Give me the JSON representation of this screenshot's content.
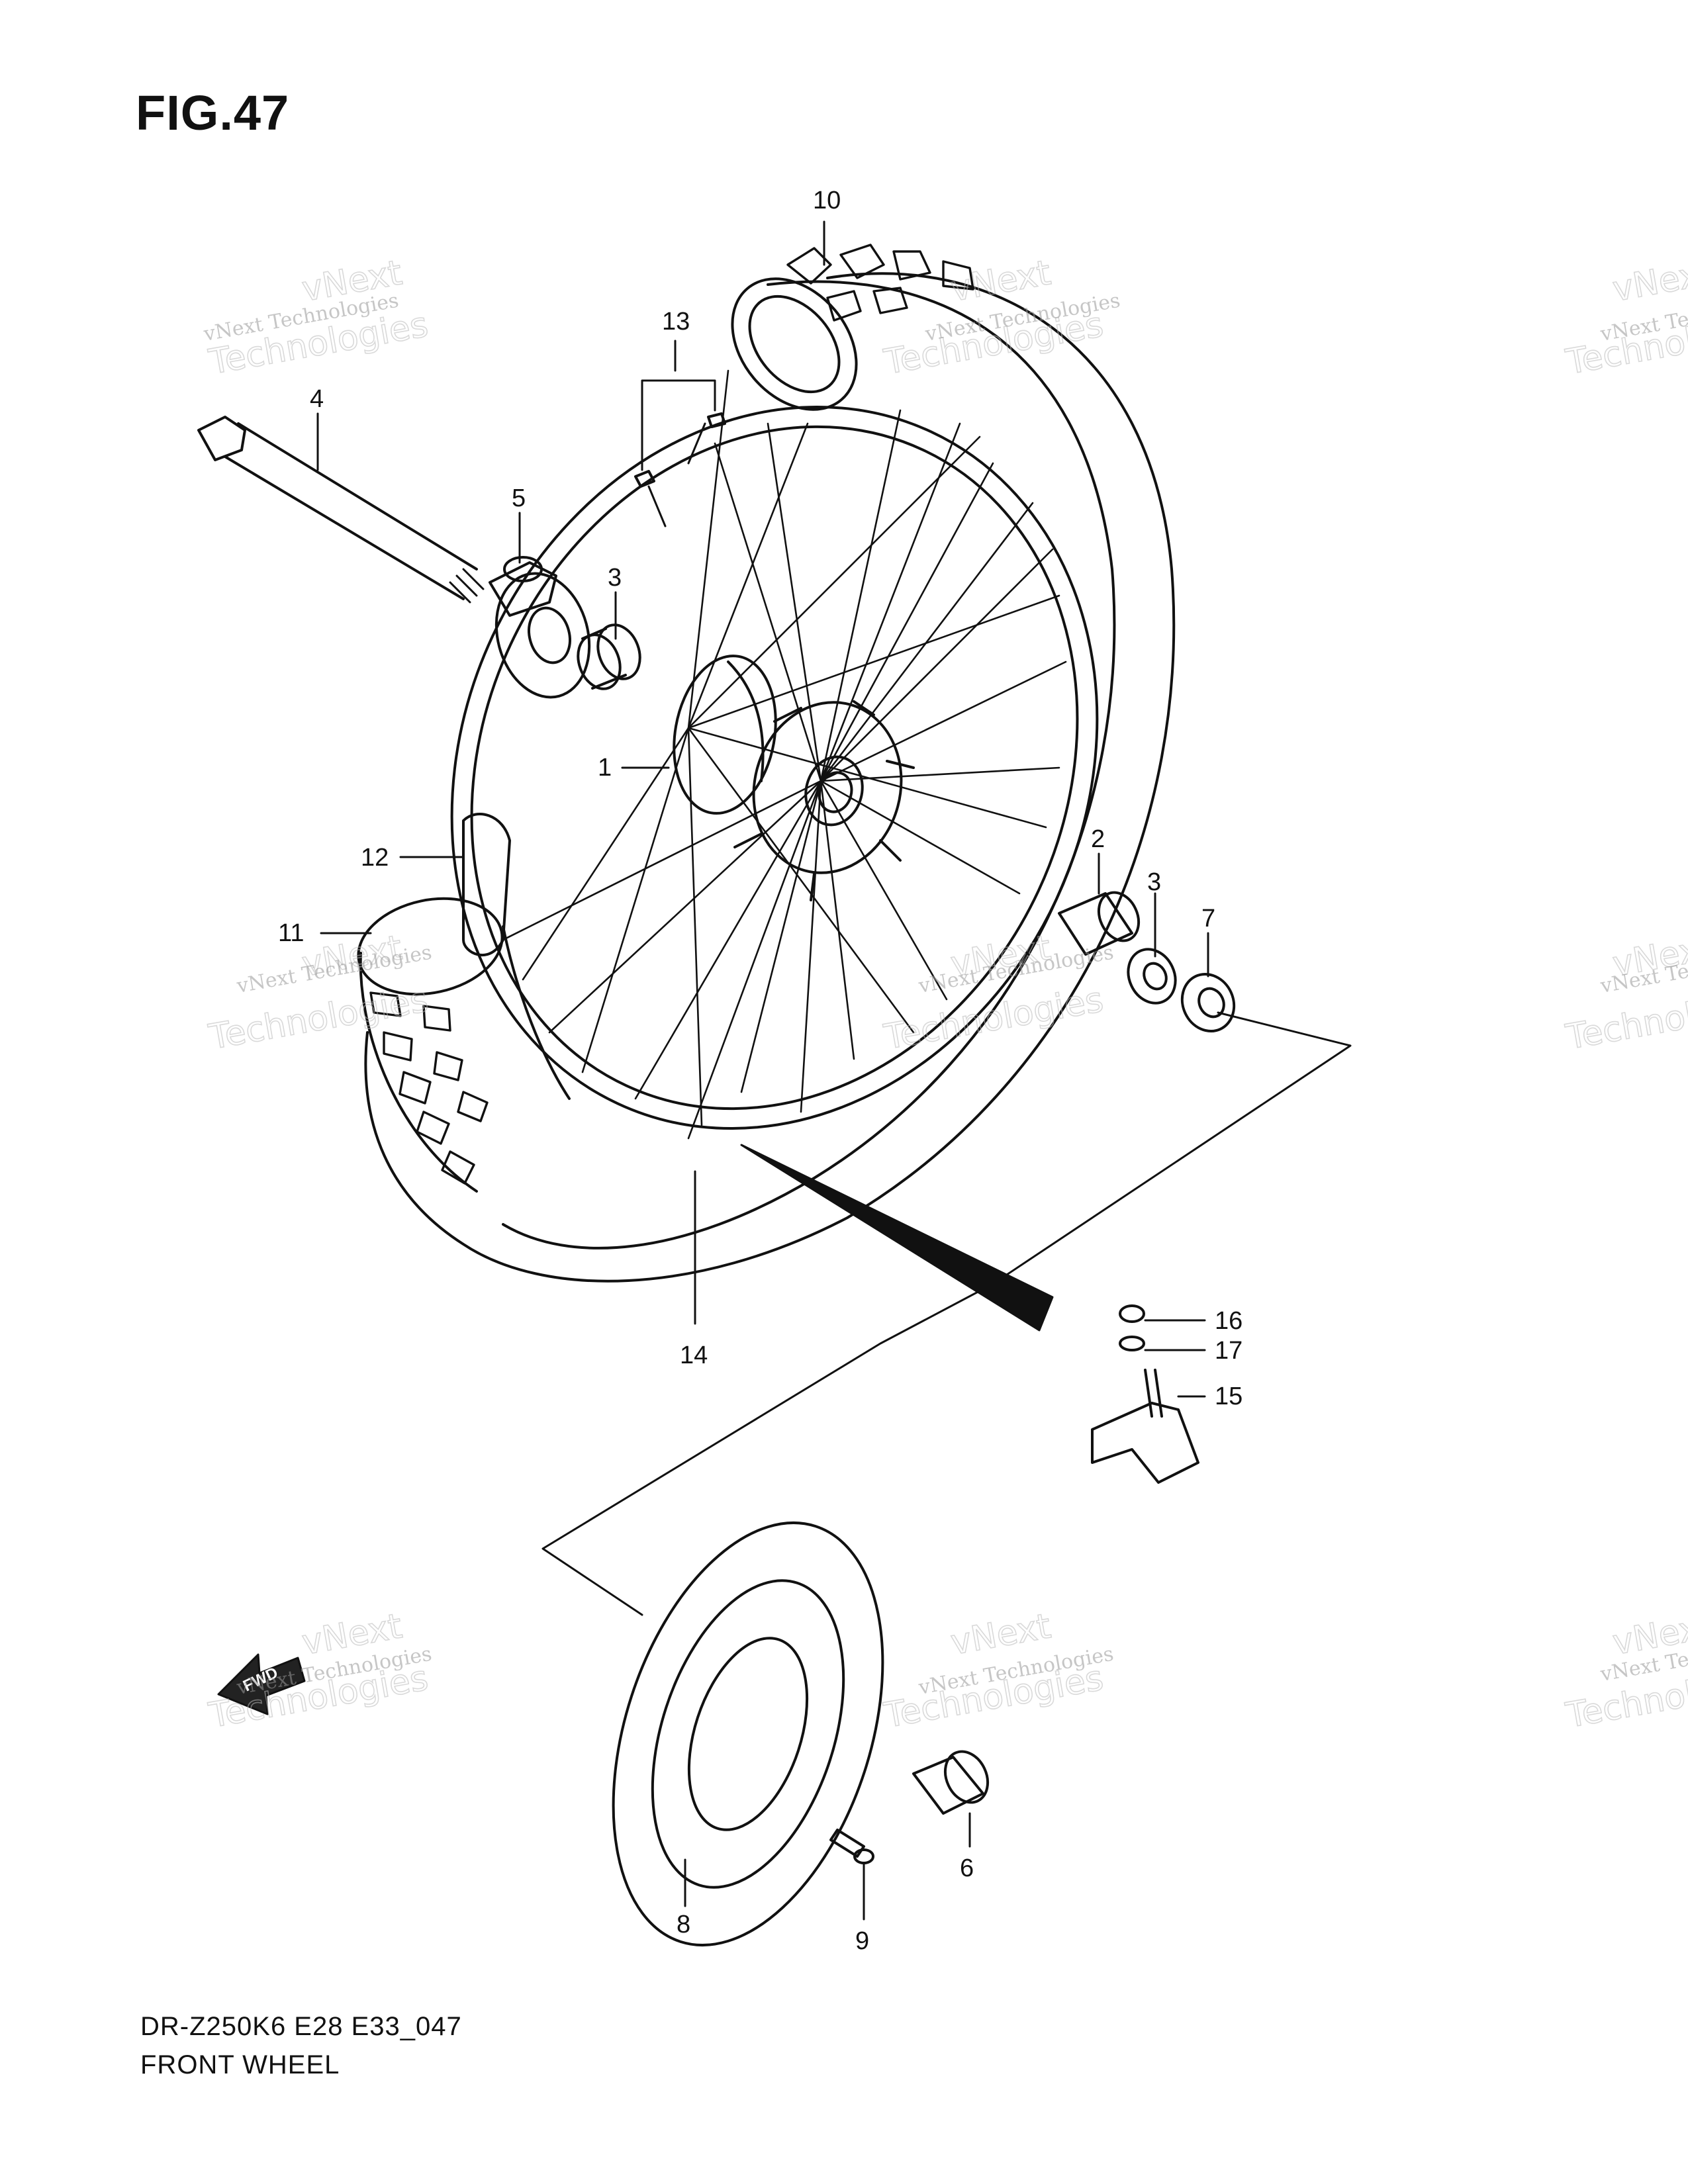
{
  "figure": {
    "title": "FIG.47",
    "code": "DR-Z250K6 E28 E33_047",
    "name": "FRONT WHEEL"
  },
  "callouts": [
    "1",
    "2",
    "3",
    "3",
    "4",
    "5",
    "6",
    "7",
    "8",
    "9",
    "10",
    "11",
    "12",
    "13",
    "14",
    "15",
    "16",
    "17"
  ],
  "watermark": {
    "small": "vNext Technologies",
    "big_top": "vNext",
    "big_bottom": "Technologies"
  },
  "fwd_arrow": {
    "label": "FWD"
  }
}
